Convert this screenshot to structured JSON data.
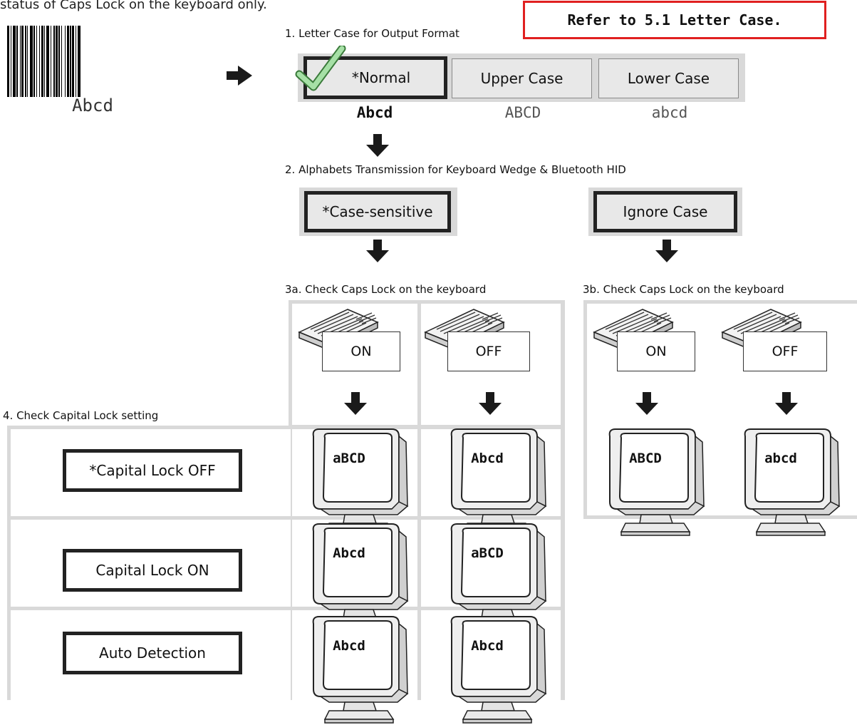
{
  "intro_text": "status of Caps Lock on the keyboard only.",
  "refer_note": "Refer to 5.1 Letter Case.",
  "barcode_text": "Abcd",
  "step1": {
    "title": "1. Letter Case for Output Format",
    "options": [
      "*Normal",
      "Upper Case",
      "Lower Case"
    ],
    "samples": [
      "Abcd",
      "ABCD",
      "abcd"
    ]
  },
  "step2": {
    "title": "2. Alphabets Transmission for Keyboard Wedge & Bluetooth HID",
    "options": [
      "*Case-sensitive",
      "Ignore Case"
    ]
  },
  "step3a": {
    "title": "3a. Check Caps Lock on the keyboard",
    "on": "ON",
    "off": "OFF"
  },
  "step3b": {
    "title": "3b. Check Caps Lock on the keyboard",
    "on": "ON",
    "off": "OFF"
  },
  "step4": {
    "title": "4. Check Capital Lock setting",
    "options": [
      "*Capital Lock OFF",
      "Capital Lock ON",
      "Auto Detection"
    ]
  },
  "results_3a": [
    [
      "aBCD",
      "Abcd"
    ],
    [
      "Abcd",
      "aBCD"
    ],
    [
      "Abcd",
      "Abcd"
    ]
  ],
  "results_3b": [
    "ABCD",
    "abcd"
  ],
  "colors": {
    "refer_border": "#e02020",
    "checkmark": "#7fcf7f",
    "panel_gray": "#d9d9d9"
  },
  "icons": [
    "barcode",
    "arrow-right-icon",
    "arrow-down-icon",
    "keyboard-icon",
    "monitor-icon",
    "checkmark-icon"
  ]
}
